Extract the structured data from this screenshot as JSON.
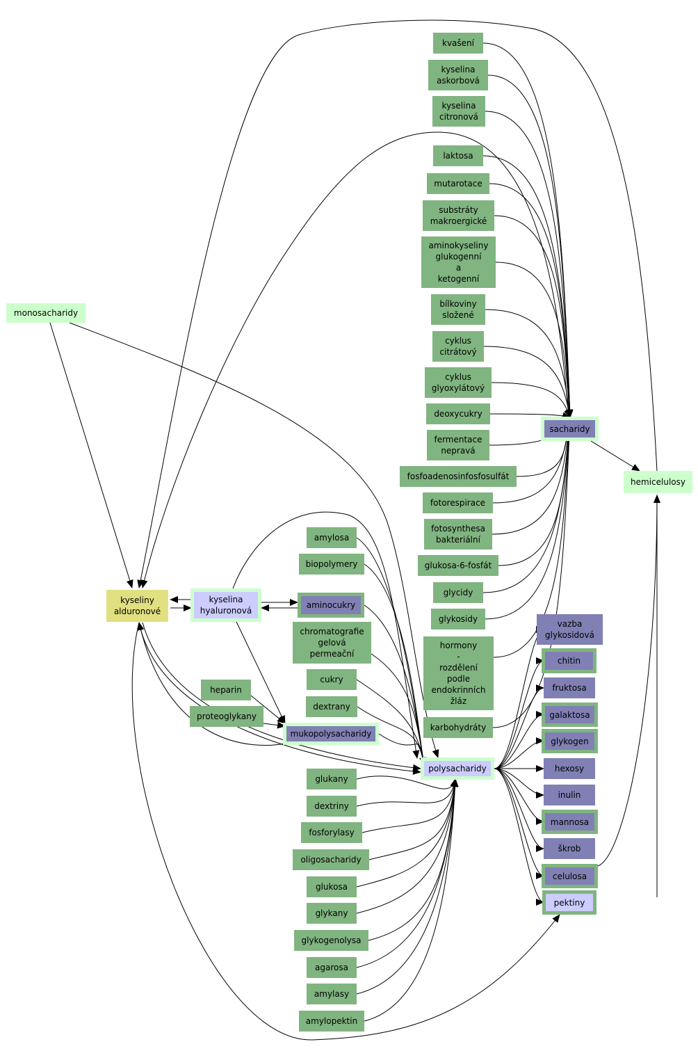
{
  "nodes": {
    "monosacharidy": "monosacharidy",
    "hemicelulosy": "hemicelulosy",
    "sacharidy": "sacharidy",
    "polysacharidy": "polysacharidy",
    "kyseliny_aldur": "kyseliny\nalduronové",
    "kyselina_hyal": "kyselina\nhyaluronová",
    "aminocukry": "aminocukry",
    "mukopolysacharidy": "mukopolysacharidy",
    "kvaseni": "kvašení",
    "kys_askorbova": "kyselina\naskorbová",
    "kys_citronova": "kyselina\ncitronová",
    "laktosa": "laktosa",
    "mutarotace": "mutarotace",
    "substraty": "substráty\nmakroergické",
    "aminokyseliny": "aminokyseliny\nglukogenní\na\nketogenní",
    "bilkoviny": "bílkoviny\nsložené",
    "cyklus_citr": "cyklus\ncitrátový",
    "cyklus_glyox": "cyklus\nglyoxylátový",
    "deoxycukry": "deoxycukry",
    "fermentace": "fermentace\nnepravá",
    "fosfoadenosin": "fosfoadenosinfosfosulfát",
    "fotorespirace": "fotorespirace",
    "fotosynthesa": "fotosynthesa\nbakteriální",
    "glukosa6": "glukosa-6-fosfát",
    "glycidy": "glycidy",
    "glykosidy": "glykosidy",
    "hormony": "hormony\n-\nrozdělení\npodle\nendokrinních\nžláz",
    "karbohydraty": "karbohydráty",
    "amylosa": "amylosa",
    "biopolymery": "biopolymery",
    "chromatografie": "chromatografie\ngelová\npermeační",
    "cukry": "cukry",
    "dextrany": "dextrany",
    "heparin": "heparin",
    "proteoglykany": "proteoglykany",
    "glukany": "glukany",
    "dextriny": "dextriny",
    "fosforylasy": "fosforylasy",
    "oligosacharidy": "oligosacharidy",
    "glukosa": "glukosa",
    "glykany": "glykany",
    "glykogenolysa": "glykogenolysa",
    "agarosa": "agarosa",
    "amylasy": "amylasy",
    "amylopektin": "amylopektin",
    "vazba": "vazba\nglykosidová",
    "chitin": "chitin",
    "fruktosa": "fruktosa",
    "galaktosa": "galaktosa",
    "glykogen": "glykogen",
    "hexosy": "hexosy",
    "inulin": "inulin",
    "mannosa": "mannosa",
    "skrob": "škrob",
    "celulosa": "celulosa",
    "pektiny": "pektiny"
  }
}
